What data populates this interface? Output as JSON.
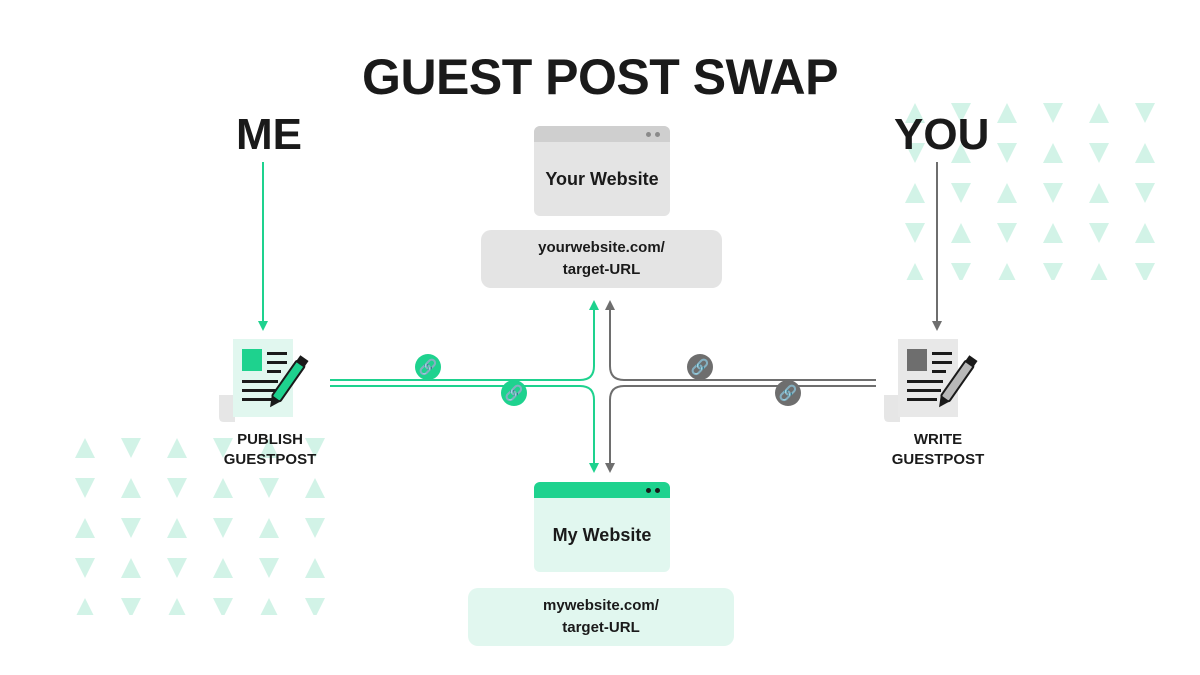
{
  "title": "GUEST POST SWAP",
  "left_party": "ME",
  "right_party": "YOU",
  "your_website": {
    "label": "Your Website",
    "url_line1": "yourwebsite.com/",
    "url_line2": "target-URL"
  },
  "my_website": {
    "label": "My Website",
    "url_line1": "mywebsite.com/",
    "url_line2": "target-URL"
  },
  "left_action": {
    "line1": "PUBLISH",
    "line2": "GUESTPOST"
  },
  "right_action": {
    "line1": "WRITE",
    "line2": "GUESTPOST"
  },
  "icons": [
    "document-pen-icon",
    "link-icon"
  ],
  "colors": {
    "accent": "#1ed28e",
    "pale_accent": "#e1f7ef",
    "neutral": "#e4e4e4",
    "grey_line": "#6e6e6e",
    "triangle": "#d2f3e7"
  }
}
